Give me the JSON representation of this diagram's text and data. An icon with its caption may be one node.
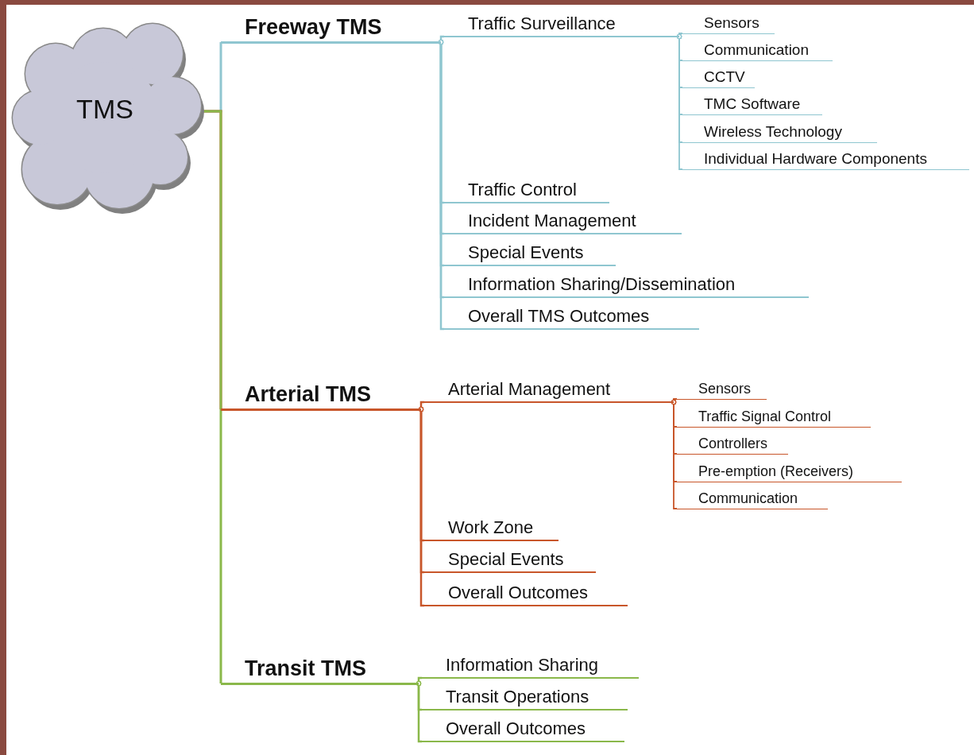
{
  "diagram": {
    "nodes": [
      {
        "text": [
          "TMS"
        ]
      },
      {
        "text": [
          "Freeway TMS"
        ]
      },
      {
        "text": [
          "Traffic Surveillance"
        ]
      },
      {
        "text": [
          "Sensors"
        ]
      },
      {
        "text": [
          "Communication"
        ]
      },
      {
        "text": [
          "CCTV"
        ]
      },
      {
        "text": [
          "TMC Software"
        ]
      },
      {
        "text": [
          "Wireless Technology"
        ]
      },
      {
        "text": [
          "Individual Hardware Components"
        ]
      },
      {
        "text": [
          "Traffic Control"
        ]
      },
      {
        "text": [
          "Incident Management"
        ]
      },
      {
        "text": [
          "Special Events"
        ]
      },
      {
        "text": [
          "Information Sharing/Dissemination"
        ]
      },
      {
        "text": [
          "Overall TMS Outcomes"
        ]
      },
      {
        "text": [
          "Arterial TMS"
        ]
      },
      {
        "text": [
          "Arterial Management"
        ]
      },
      {
        "text": [
          "Sensors"
        ]
      },
      {
        "text": [
          "Traffic Signal Control"
        ]
      },
      {
        "text": [
          "Controllers"
        ]
      },
      {
        "text": [
          "Pre-emption (Receivers)"
        ]
      },
      {
        "text": [
          "Communication"
        ]
      },
      {
        "text": [
          "Work Zone"
        ]
      },
      {
        "text": [
          "Special Events"
        ]
      },
      {
        "text": [
          "Overall Outcomes"
        ]
      },
      {
        "text": [
          "Transit TMS"
        ]
      },
      {
        "text": [
          "Information Sharing"
        ]
      },
      {
        "text": [
          "Transit Operations"
        ]
      },
      {
        "text": [
          "Overall Outcomes"
        ]
      }
    ],
    "edges": [
      {
        "from": 0,
        "to": 1,
        "arrow": "none"
      },
      {
        "from": 1,
        "to": 2,
        "arrow": "other"
      },
      {
        "from": 2,
        "to": 3,
        "arrow": "other"
      },
      {
        "from": 2,
        "to": 4,
        "arrow": "other"
      },
      {
        "from": 2,
        "to": 5,
        "arrow": "other"
      },
      {
        "from": 2,
        "to": 6,
        "arrow": "other"
      },
      {
        "from": 2,
        "to": 7,
        "arrow": "other"
      },
      {
        "from": 2,
        "to": 8,
        "arrow": "other"
      },
      {
        "from": 1,
        "to": 9,
        "arrow": "other"
      },
      {
        "from": 1,
        "to": 10,
        "arrow": "other"
      },
      {
        "from": 1,
        "to": 11,
        "arrow": "other"
      },
      {
        "from": 1,
        "to": 12,
        "arrow": "other"
      },
      {
        "from": 1,
        "to": 13,
        "arrow": "other"
      },
      {
        "from": 0,
        "to": 14,
        "arrow": "none",
        "color": "#c8562a"
      },
      {
        "from": 14,
        "to": 15,
        "arrow": "other",
        "color": "#c8562a"
      },
      {
        "from": 15,
        "to": 16,
        "arrow": "other",
        "color": "#c8562a"
      },
      {
        "from": 15,
        "to": 17,
        "arrow": "other",
        "color": "#c8562a"
      },
      {
        "from": 15,
        "to": 18,
        "arrow": "other",
        "color": "#c8562a"
      },
      {
        "from": 15,
        "to": 19,
        "arrow": "other",
        "color": "#c8562a"
      },
      {
        "from": 15,
        "to": 20,
        "arrow": "other",
        "color": "#c8562a"
      },
      {
        "from": 14,
        "to": 21,
        "arrow": "other",
        "color": "#c8562a"
      },
      {
        "from": 14,
        "to": 22,
        "arrow": "other",
        "color": "#c8562a"
      },
      {
        "from": 14,
        "to": 23,
        "arrow": "other",
        "color": "#c8562a"
      },
      {
        "from": 0,
        "to": 24,
        "arrow": "none",
        "color": "#8ab84a"
      },
      {
        "from": 24,
        "to": 25,
        "arrow": "other",
        "color": "#8ab84a"
      },
      {
        "from": 24,
        "to": 26,
        "arrow": "other",
        "color": "#8ab84a"
      },
      {
        "from": 24,
        "to": 27,
        "arrow": "other",
        "color": "#8ab84a"
      }
    ]
  }
}
